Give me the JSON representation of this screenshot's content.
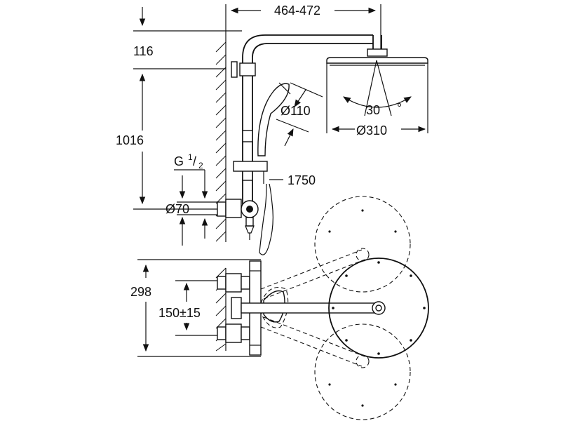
{
  "dimensions": {
    "arm_reach": "464-472",
    "top_offset": "116",
    "height": "1016",
    "thread_label": "G",
    "thread_sup": "1",
    "thread_sub": "2",
    "outlet_diameter": "Ø70",
    "hand_shower_diameter": "Ø110",
    "hose_length": "1750",
    "spray_angle": "30",
    "degree_symbol": "°",
    "head_diameter": "Ø310",
    "top_view_depth": "298",
    "inlet_spacing": "150±15"
  }
}
